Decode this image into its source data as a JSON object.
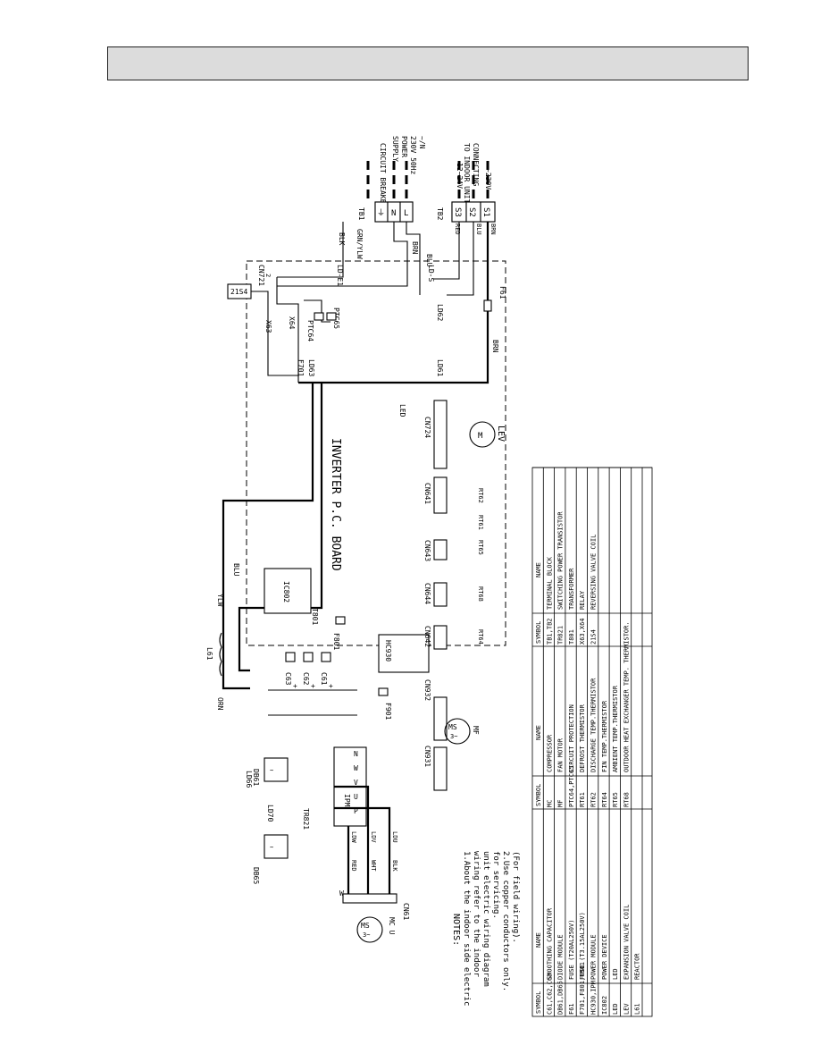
{
  "header": {
    "title": ""
  },
  "board": {
    "title": "INVERTER P.C. BOARD"
  },
  "power": {
    "supply": [
      "~/N",
      "230V 50Hz",
      "POWER",
      "SUPPLY"
    ],
    "breaker": "CIRCUIT BREAKER",
    "connecting": [
      "CONNECTING",
      "TO INDOOR UNIT"
    ],
    "v12_24": "12~24V",
    "v230": "~230V"
  },
  "terminals": {
    "tb1": "TB1",
    "tb2": "TB2",
    "tb1_rows": [
      "⏚",
      "N",
      "L"
    ],
    "tb2_rows": [
      "S3",
      "S2",
      "S1"
    ]
  },
  "labels": {
    "blk": "BLK",
    "grn_ylw": "GRN/YLW",
    "brn": "BRN",
    "blu": "BLU",
    "red": "RED",
    "ylw": "YLW",
    "orn": "ORN",
    "wht": "WHT",
    "ld_e1": "LD-E1",
    "ld_s": "LD-S",
    "ld62": "LD62",
    "ld61": "LD61",
    "ld63": "LD63",
    "ld66": "LD66",
    "ld70": "LD70",
    "ldu": "LDU",
    "ldv": "LDV",
    "ldw": "LDW",
    "f61": "F61",
    "f701": "F701",
    "f801": "F801",
    "f901": "F901",
    "x63": "X63",
    "x64": "X64",
    "ptc64": "PTC64",
    "ptc65": "PTC65",
    "s21s4": "21S4",
    "cn721": "CN721",
    "cn721_pin": "2",
    "l61": "L61",
    "ic802": "IC802",
    "t801": "T801",
    "hc930": "HC930",
    "cn724": "CN724",
    "cn641": "CN641",
    "cn643": "CN643",
    "cn644": "CN644",
    "cn642": "CN642",
    "cn932": "CN932",
    "cn931": "CN931",
    "cn61": "CN61",
    "led": "LED",
    "lev": "LEV",
    "mf": "MF",
    "mcu": "MC U",
    "ms": "MS",
    "ms3": "3~",
    "rt61": "RT61",
    "rt62": "RT62",
    "rt65": "RT65",
    "rt68": "RT68",
    "rt64": "RT64",
    "tr821": "TR821",
    "db61": "DB61",
    "db65": "DB65",
    "ipm": "IPM",
    "c61": "C61",
    "c62": "C62",
    "c63": "C63",
    "m": "M",
    "w": "W",
    "v": "V",
    "u": "U",
    "n": "N",
    "p": "P",
    "tilde": "~",
    "plus": "+",
    "minus": "−"
  },
  "notes": {
    "title": "NOTES:",
    "lines": [
      "1.About the indoor side electric",
      "  wiring refer to the indoor",
      "  unit electric wiring diagram",
      "  for servicing.",
      "2.Use copper conductors only.",
      "  (For field wiring)."
    ]
  },
  "legend": {
    "headers": [
      "SYMBOL",
      "NAME"
    ],
    "col1": [
      [
        "C61,C62,C63",
        "SMOOTHING CAPACITOR"
      ],
      [
        "DB61,DB65",
        "DIODE MODULE"
      ],
      [
        "F61",
        "FUSE (T20AL250V)"
      ],
      [
        "F701,F801,F901",
        "FUSE (T3.15AL250V)"
      ],
      [
        "HC930,IPM",
        "POWER MODULE"
      ],
      [
        "IC802",
        "POWER DEVICE"
      ],
      [
        "LED",
        "LED"
      ],
      [
        "LEV",
        "EXPANSION VALVE COIL"
      ],
      [
        "L61",
        "REACTOR"
      ]
    ],
    "col2": [
      [
        "MC",
        "COMPRESSOR"
      ],
      [
        "MF",
        "FAN MOTOR"
      ],
      [
        "PTC64,PTC65",
        "CIRCUIT PROTECTION"
      ],
      [
        "RT61",
        "DEFROST THERMISTOR"
      ],
      [
        "RT62",
        "DISCHARGE TEMP.THERMISTOR"
      ],
      [
        "RT64",
        "FIN TEMP.THERMISTOR"
      ],
      [
        "RT65",
        "AMBIENT TEMP.THERMISTOR"
      ],
      [
        "RT68",
        "OUTDOOR HEAT EXCHANGER TEMP. THERMISTOR."
      ]
    ],
    "col3": [
      [
        "TB1,TB2",
        "TERMINAL BLOCK"
      ],
      [
        "TR821",
        "SWITCHING POWER TRANSISTOR"
      ],
      [
        "T801",
        "TRANSFORMER"
      ],
      [
        "X63,X64",
        "RELAY"
      ],
      [
        "21S4",
        "REVERSING VALVE COIL"
      ]
    ]
  }
}
